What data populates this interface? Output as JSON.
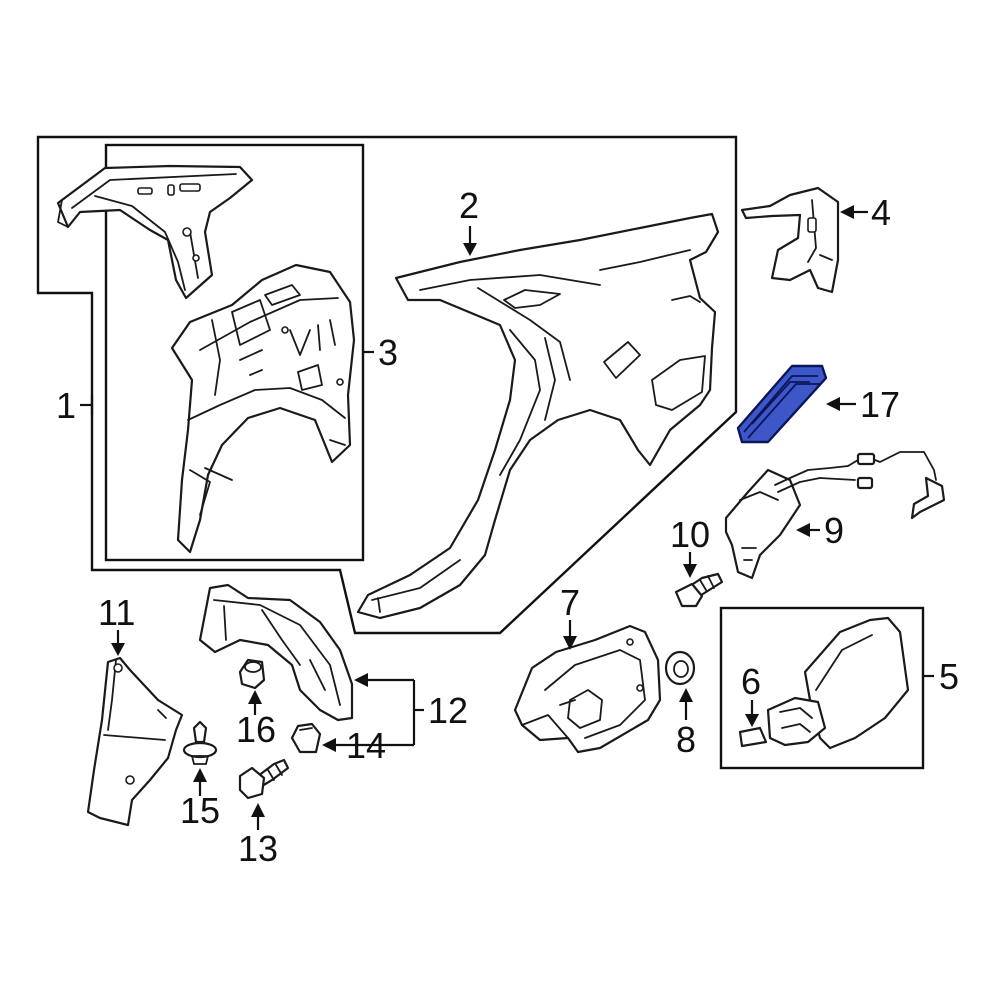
{
  "diagram": {
    "highlight_color": "#3d57c9",
    "line_color": "#1a1a1a",
    "callouts": {
      "c1": "1",
      "c2": "2",
      "c3": "3",
      "c4": "4",
      "c5": "5",
      "c6": "6",
      "c7": "7",
      "c8": "8",
      "c9": "9",
      "c10": "10",
      "c11": "11",
      "c12": "12",
      "c13": "13",
      "c14": "14",
      "c15": "15",
      "c16": "16",
      "c17": "17"
    },
    "highlighted_part": "17"
  }
}
